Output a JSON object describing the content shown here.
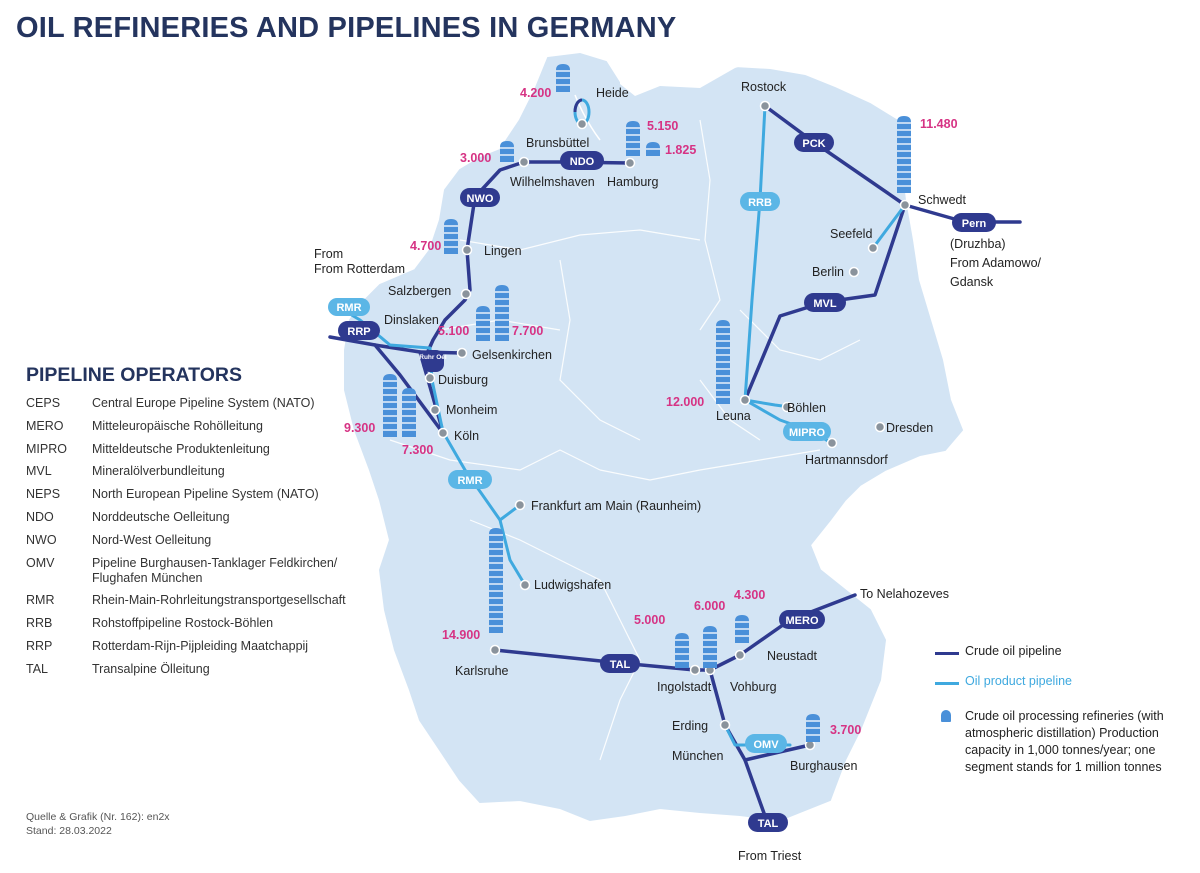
{
  "title": "OIL REFINERIES AND PIPELINES IN GERMANY",
  "colors": {
    "background": "#ffffff",
    "land": "#d3e4f4",
    "borders": "#ffffff",
    "crude": "#2f3a8f",
    "product": "#3fa9df",
    "capacity": "#d63384",
    "title": "#24345e"
  },
  "cities": [
    {
      "id": "heide",
      "name": "Heide"
    },
    {
      "id": "brunsbuttel",
      "name": "Brunsbüttel"
    },
    {
      "id": "wilhelmshaven",
      "name": "Wilhelmshaven"
    },
    {
      "id": "hamburg",
      "name": "Hamburg"
    },
    {
      "id": "rostock",
      "name": "Rostock"
    },
    {
      "id": "schwedt",
      "name": "Schwedt"
    },
    {
      "id": "seefeld",
      "name": "Seefeld"
    },
    {
      "id": "berlin",
      "name": "Berlin"
    },
    {
      "id": "lingen",
      "name": "Lingen"
    },
    {
      "id": "salzbergen",
      "name": "Salzbergen"
    },
    {
      "id": "dinslaken",
      "name": "Dinslaken"
    },
    {
      "id": "gelsenkirchen",
      "name": "Gelsenkirchen"
    },
    {
      "id": "duisburg",
      "name": "Duisburg"
    },
    {
      "id": "monheim",
      "name": "Monheim"
    },
    {
      "id": "koln",
      "name": "Köln"
    },
    {
      "id": "leuna",
      "name": "Leuna"
    },
    {
      "id": "bohlen",
      "name": "Böhlen"
    },
    {
      "id": "dresden",
      "name": "Dresden"
    },
    {
      "id": "hartmannsdorf",
      "name": "Hartmannsdorf"
    },
    {
      "id": "frankfurt",
      "name": "Frankfurt am Main (Raunheim)"
    },
    {
      "id": "ludwigshafen",
      "name": "Ludwigshafen"
    },
    {
      "id": "karlsruhe",
      "name": "Karlsruhe"
    },
    {
      "id": "ingolstadt",
      "name": "Ingolstadt"
    },
    {
      "id": "vohburg",
      "name": "Vohburg"
    },
    {
      "id": "neustadt",
      "name": "Neustadt"
    },
    {
      "id": "erding",
      "name": "Erding"
    },
    {
      "id": "munchen",
      "name": "München"
    },
    {
      "id": "burghausen",
      "name": "Burghausen"
    }
  ],
  "external_labels": {
    "from_rotterdam": "From Rotterdam",
    "druzhba": "(Druzhba)",
    "adamowo": "From Adamowo/",
    "gdansk": "Gdansk",
    "nelahozeves": "To Nelahozeves",
    "triest": "From Triest",
    "ruhr_oel": "Ruhr Oel"
  },
  "pipeline_badges": [
    {
      "id": "ndo",
      "label": "NDO",
      "type": "crude"
    },
    {
      "id": "nwo",
      "label": "NWO",
      "type": "crude"
    },
    {
      "id": "pck",
      "label": "PCK",
      "type": "crude"
    },
    {
      "id": "pern",
      "label": "Pern",
      "type": "crude"
    },
    {
      "id": "rrb",
      "label": "RRB",
      "type": "product"
    },
    {
      "id": "mvl",
      "label": "MVL",
      "type": "crude"
    },
    {
      "id": "rmr_north",
      "label": "RMR",
      "type": "product"
    },
    {
      "id": "rrp",
      "label": "RRP",
      "type": "crude"
    },
    {
      "id": "rmr_south",
      "label": "RMR",
      "type": "product"
    },
    {
      "id": "mipro",
      "label": "MIPRO",
      "type": "product"
    },
    {
      "id": "tal_mid",
      "label": "TAL",
      "type": "crude"
    },
    {
      "id": "mero",
      "label": "MERO",
      "type": "crude"
    },
    {
      "id": "omv",
      "label": "OMV",
      "type": "product"
    },
    {
      "id": "tal_south",
      "label": "TAL",
      "type": "crude"
    }
  ],
  "refineries": [
    {
      "id": "heide",
      "capacity": "4.200",
      "segments": 4
    },
    {
      "id": "brunsbuttel",
      "capacity": "3.000",
      "segments": 3
    },
    {
      "id": "hamburg_a",
      "capacity": "5.150",
      "segments": 5
    },
    {
      "id": "hamburg_b",
      "capacity": "1.825",
      "segments": 2
    },
    {
      "id": "schwedt",
      "capacity": "11.480",
      "segments": 11
    },
    {
      "id": "lingen",
      "capacity": "4.700",
      "segments": 5
    },
    {
      "id": "gelsen_a",
      "capacity": "5.100",
      "segments": 5
    },
    {
      "id": "gelsen_b",
      "capacity": "7.700",
      "segments": 8
    },
    {
      "id": "koln_a",
      "capacity": "9.300",
      "segments": 9
    },
    {
      "id": "koln_b",
      "capacity": "7.300",
      "segments": 7
    },
    {
      "id": "leuna",
      "capacity": "12.000",
      "segments": 12
    },
    {
      "id": "karlsruhe",
      "capacity": "14.900",
      "segments": 15
    },
    {
      "id": "ingolstadt",
      "capacity": "5.000",
      "segments": 5
    },
    {
      "id": "vohburg",
      "capacity": "6.000",
      "segments": 6
    },
    {
      "id": "neustadt",
      "capacity": "4.300",
      "segments": 4
    },
    {
      "id": "burghausen",
      "capacity": "3.700",
      "segments": 4
    }
  ],
  "operators_heading": "PIPELINE OPERATORS",
  "operators": [
    {
      "abbr": "CEPS",
      "name": "Central Europe Pipeline System (NATO)"
    },
    {
      "abbr": "MERO",
      "name": "Mitteleuropäische Rohölleitung"
    },
    {
      "abbr": "MIPRO",
      "name": "Mitteldeutsche Produktenleitung"
    },
    {
      "abbr": "MVL",
      "name": "Mineralölverbundleitung"
    },
    {
      "abbr": "NEPS",
      "name": "North European Pipeline System (NATO)"
    },
    {
      "abbr": "NDO",
      "name": "Norddeutsche Oelleitung"
    },
    {
      "abbr": "NWO",
      "name": "Nord-West Oelleitung"
    },
    {
      "abbr": "OMV",
      "name": "Pipeline Burghausen-Tanklager Feldkirchen/ Flughafen München"
    },
    {
      "abbr": "RMR",
      "name": "Rhein-Main-Rohrleitungstransportgesellschaft"
    },
    {
      "abbr": "RRB",
      "name": "Rohstoffpipeline Rostock-Böhlen"
    },
    {
      "abbr": "RRP",
      "name": "Rotterdam-Rijn-Pijpleiding Maatchappij"
    },
    {
      "abbr": "TAL",
      "name": "Transalpine Ölleitung"
    }
  ],
  "legend": {
    "crude": "Crude oil pipeline",
    "product": "Oil product pipeline",
    "refinery": "Crude oil processing refineries (with atmospheric distillation) Production capacity in 1,000 tonnes/year; one segment stands for 1 million tonnes"
  },
  "source": {
    "line1": "Quelle & Grafik (Nr. 162): en2x",
    "line2": "Stand: 28.03.2022"
  }
}
